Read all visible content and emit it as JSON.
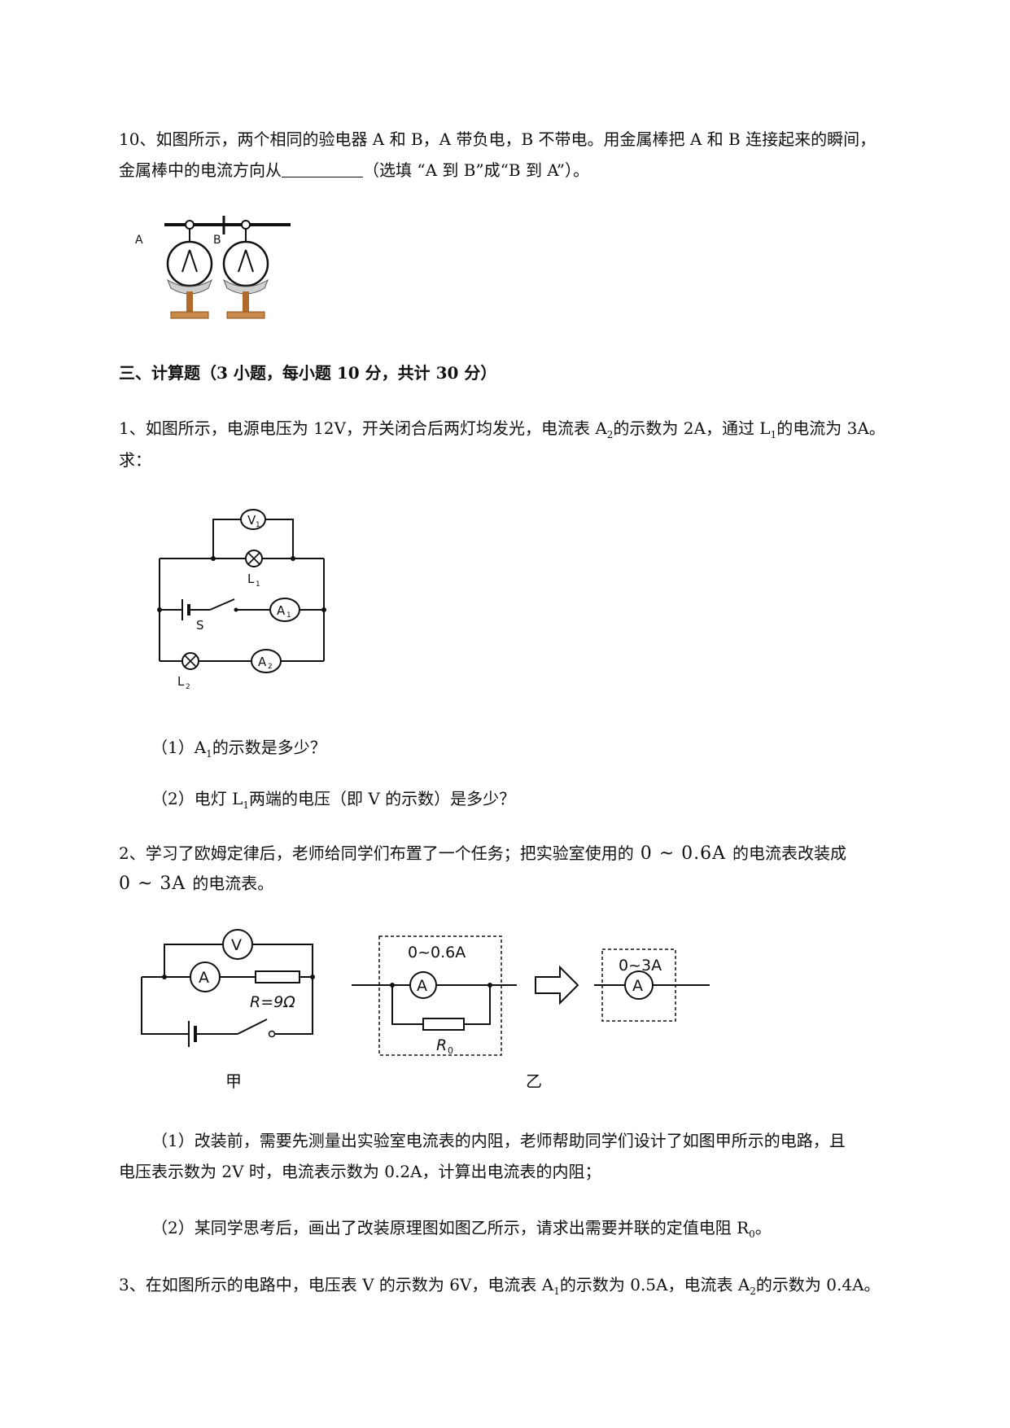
{
  "q10": {
    "line1": "10、如图所示，两个相同的验电器 A 和 B，A 带负电，B 不带电。用金属棒把 A 和 B 连接起来的瞬间，",
    "line2_pre": "金属棒中的电流方向从",
    "line2_post": "（选填 “A 到 B”成“B 到 A”）。",
    "fig_label_a": "A",
    "fig_label_b": "B"
  },
  "section3": {
    "title": "三、计算题（3 小题，每小题 10 分，共计 30 分）"
  },
  "c1": {
    "line1_a": "1、如图所示，电源电压为 12V，开关闭合后两灯均发光，电流表 A",
    "line1_sub1": "2",
    "line1_b": "的示数为 2A，通过 L",
    "line1_sub2": "1",
    "line1_c": "的电流为 3A。",
    "line2": "求：",
    "fig": {
      "v1": "V",
      "v1_sub": "1",
      "l1": "L",
      "l1_sub": "1",
      "s": "S",
      "a1": "A",
      "a1_sub": "1",
      "a2": "A",
      "a2_sub": "2",
      "l2": "L",
      "l2_sub": "2"
    },
    "q1_a": "（1）A",
    "q1_sub": "1",
    "q1_b": "的示数是多少？",
    "q2_a": "（2）电灯 L",
    "q2_sub": "1",
    "q2_b": "两端的电压（即 V 的示数）是多少？"
  },
  "c2": {
    "line1_a": "2、学习了欧姆定律后，老师给同学们布置了一个任务；把实验室使用的",
    "line1_math": "0 ~ 0.6A",
    "line1_b": "的电流表改装成",
    "line2_math": "0 ~ 3A",
    "line2_b": "的电流表。",
    "fig": {
      "v": "V",
      "a": "A",
      "r": "R=9Ω",
      "jia": "甲",
      "range1": "0~0.6A",
      "a_mid": "A",
      "r0": "R",
      "r0_sub": "0",
      "yi": "乙",
      "range2": "0~3A",
      "a_right": "A"
    },
    "q1_line1": "（1）改装前，需要先测量出实验室电流表的内阻，老师帮助同学们设计了如图甲所示的电路，且",
    "q1_line2": "电压表示数为 2V 时，电流表示数为 0.2A，计算出电流表的内阻；",
    "q2_a": "（2）某同学思考后，画出了改装原理图如图乙所示，请求出需要并联的定值电阻 R",
    "q2_sub": "0",
    "q2_b": "。"
  },
  "c3": {
    "line1_a": "3、在如图所示的电路中，电压表 V 的示数为 6V，电流表 A",
    "line1_sub1": "1",
    "line1_b": "的示数为 0.5A，电流表 A",
    "line1_sub2": "2",
    "line1_c": "的示数为 0.4A。"
  }
}
